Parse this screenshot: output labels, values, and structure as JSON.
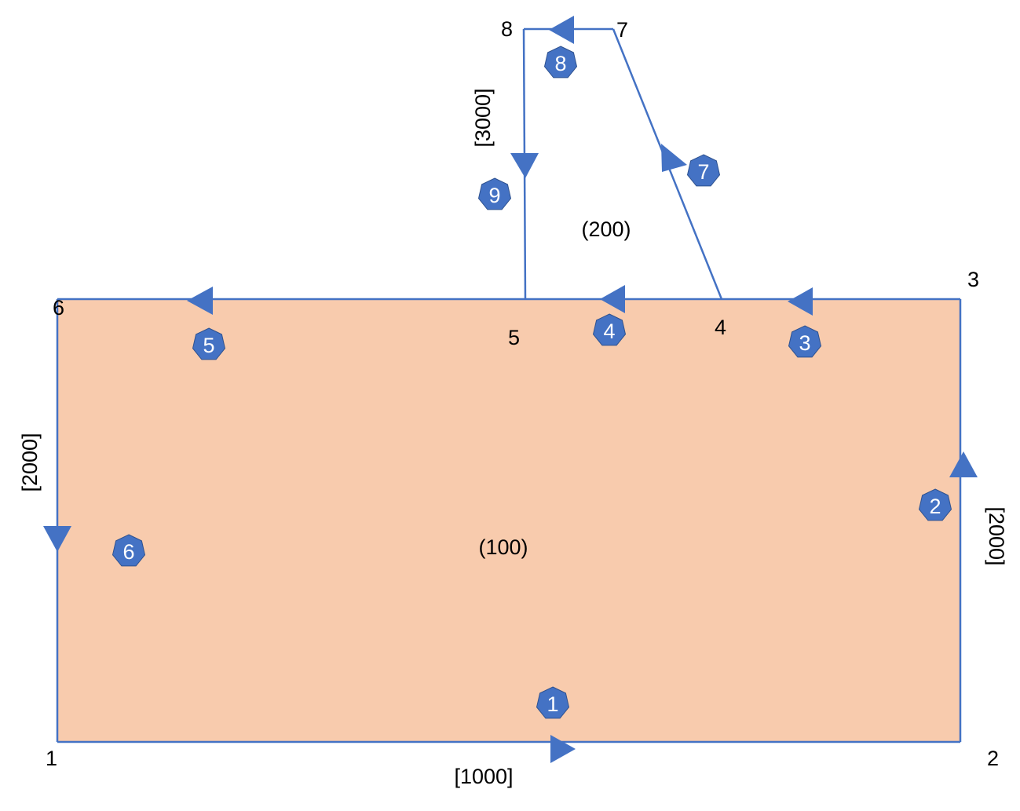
{
  "colors": {
    "region_fill": "#F8CBAD",
    "edge_stroke": "#4472C4",
    "marker_fill": "#4472C4",
    "badge_fill": "#4472C4",
    "badge_stroke": "#2F528F",
    "badge_text": "#FFFFFF",
    "text": "#000000"
  },
  "regions": [
    {
      "id": "region-100",
      "label": "(100)"
    },
    {
      "id": "region-200",
      "label": "(200)"
    }
  ],
  "nodes": [
    {
      "id": "node-1",
      "label": "1"
    },
    {
      "id": "node-2",
      "label": "2"
    },
    {
      "id": "node-3",
      "label": "3"
    },
    {
      "id": "node-4",
      "label": "4"
    },
    {
      "id": "node-5",
      "label": "5"
    },
    {
      "id": "node-6",
      "label": "6"
    },
    {
      "id": "node-7",
      "label": "7"
    },
    {
      "id": "node-8",
      "label": "8"
    }
  ],
  "edges": [
    {
      "id": "edge-1",
      "label": "1",
      "from": "1",
      "to": "2",
      "marker_direction": "right",
      "marker_icon": "triangle-arrow-icon"
    },
    {
      "id": "edge-2",
      "label": "2",
      "from": "2",
      "to": "3",
      "marker_direction": "up",
      "marker_icon": "triangle-arrow-icon"
    },
    {
      "id": "edge-3",
      "label": "3",
      "from": "3",
      "to": "4",
      "marker_direction": "left",
      "marker_icon": "triangle-arrow-icon"
    },
    {
      "id": "edge-4",
      "label": "4",
      "from": "4",
      "to": "5",
      "marker_direction": "left",
      "marker_icon": "triangle-arrow-icon"
    },
    {
      "id": "edge-5",
      "label": "5",
      "from": "5",
      "to": "6",
      "marker_direction": "left",
      "marker_icon": "triangle-arrow-icon"
    },
    {
      "id": "edge-6",
      "label": "6",
      "from": "6",
      "to": "1",
      "marker_direction": "down",
      "marker_icon": "triangle-arrow-icon"
    },
    {
      "id": "edge-7",
      "label": "7",
      "from": "4",
      "to": "7",
      "marker_direction": "up",
      "marker_icon": "triangle-arrow-icon"
    },
    {
      "id": "edge-8",
      "label": "8",
      "from": "7",
      "to": "8",
      "marker_direction": "left",
      "marker_icon": "triangle-arrow-icon"
    },
    {
      "id": "edge-9",
      "label": "9",
      "from": "8",
      "to": "5",
      "marker_direction": "down",
      "marker_icon": "triangle-arrow-icon"
    }
  ],
  "dimensions": [
    {
      "id": "dim-bottom",
      "label": "[1000]",
      "edge": "1"
    },
    {
      "id": "dim-right",
      "label": "[2000]",
      "edge": "2"
    },
    {
      "id": "dim-left",
      "label": "[2000]",
      "edge": "6"
    },
    {
      "id": "dim-top",
      "label": "[3000]",
      "edge": "9"
    }
  ],
  "badge_icon": "heptagon-badge-icon"
}
